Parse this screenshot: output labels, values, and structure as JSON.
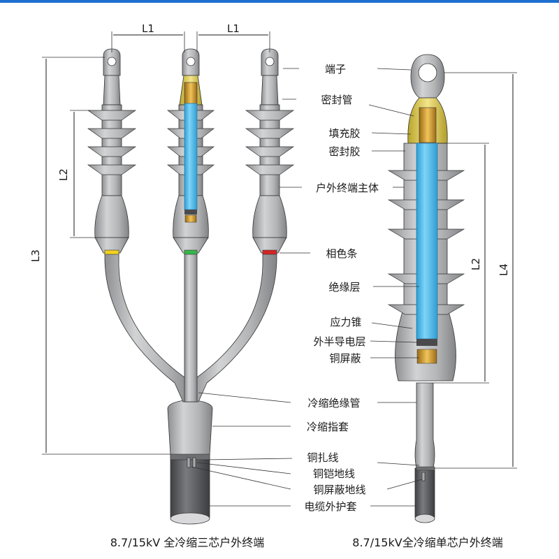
{
  "header_bar_color": "#1e6fd0",
  "colors": {
    "body": "#b9b9bb",
    "body_dark": "#8f9093",
    "insulation": "#4ab9ec",
    "sheath": "#5f6064",
    "copper": "#d9a43a",
    "phase_yellow": "#f2d21b",
    "phase_green": "#35b84a",
    "phase_red": "#d62424"
  },
  "dimensions": {
    "l1_left": "L1",
    "l1_right": "L1",
    "l2_three": "L2",
    "l3": "L3",
    "l2_single": "L2",
    "l4": "L4"
  },
  "labels": {
    "terminal": "端子",
    "seal_tube": "密封管",
    "filler": "填充胶",
    "sealant": "密封胶",
    "outdoor_body": "户外终端主体",
    "phase_strip": "相色条",
    "insulation_layer": "绝缘层",
    "stress_cone": "应力锥",
    "semicon_layer": "外半导电层",
    "copper_shield": "铜屏蔽",
    "cold_shrink_tube": "冷缩绝缘管",
    "breakout": "冷缩指套",
    "copper_binding": "铜扎线",
    "armor_ground": "铜铠地线",
    "shield_ground": "铜屏蔽地线",
    "outer_sheath": "电缆外护套"
  },
  "captions": {
    "three_core": "8.7/15kV 全冷缩三芯户外终端",
    "single_core": "8.7/15kV全冷缩单芯户外终端"
  }
}
